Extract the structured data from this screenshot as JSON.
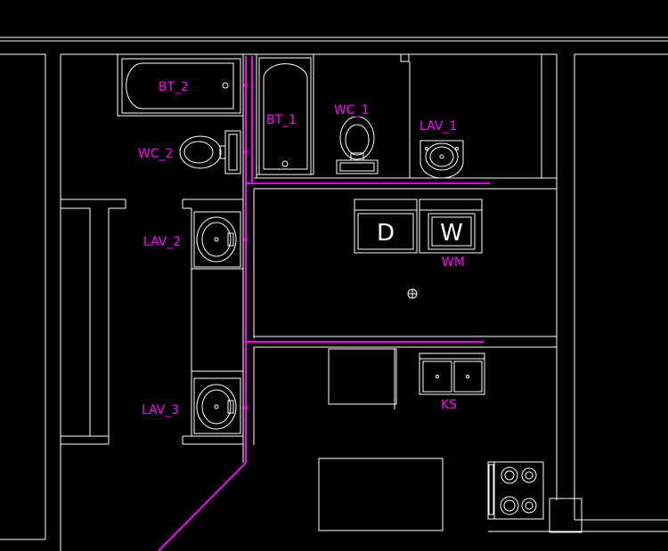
{
  "colors": {
    "background": "#000000",
    "line": "#ffffff",
    "pipe": "#ff00ff",
    "label": "#ff00ff"
  },
  "fixtures": {
    "bt_2": "BT_2",
    "bt_1": "BT_1",
    "wc_1": "WC_1",
    "lav_1": "LAV_1",
    "wc_2": "WC_2",
    "lav_2": "LAV_2",
    "lav_3": "LAV_3",
    "wm": "WM",
    "ks": "KS"
  },
  "appliances": {
    "dryer_letter": "D",
    "washer_letter": "W"
  }
}
